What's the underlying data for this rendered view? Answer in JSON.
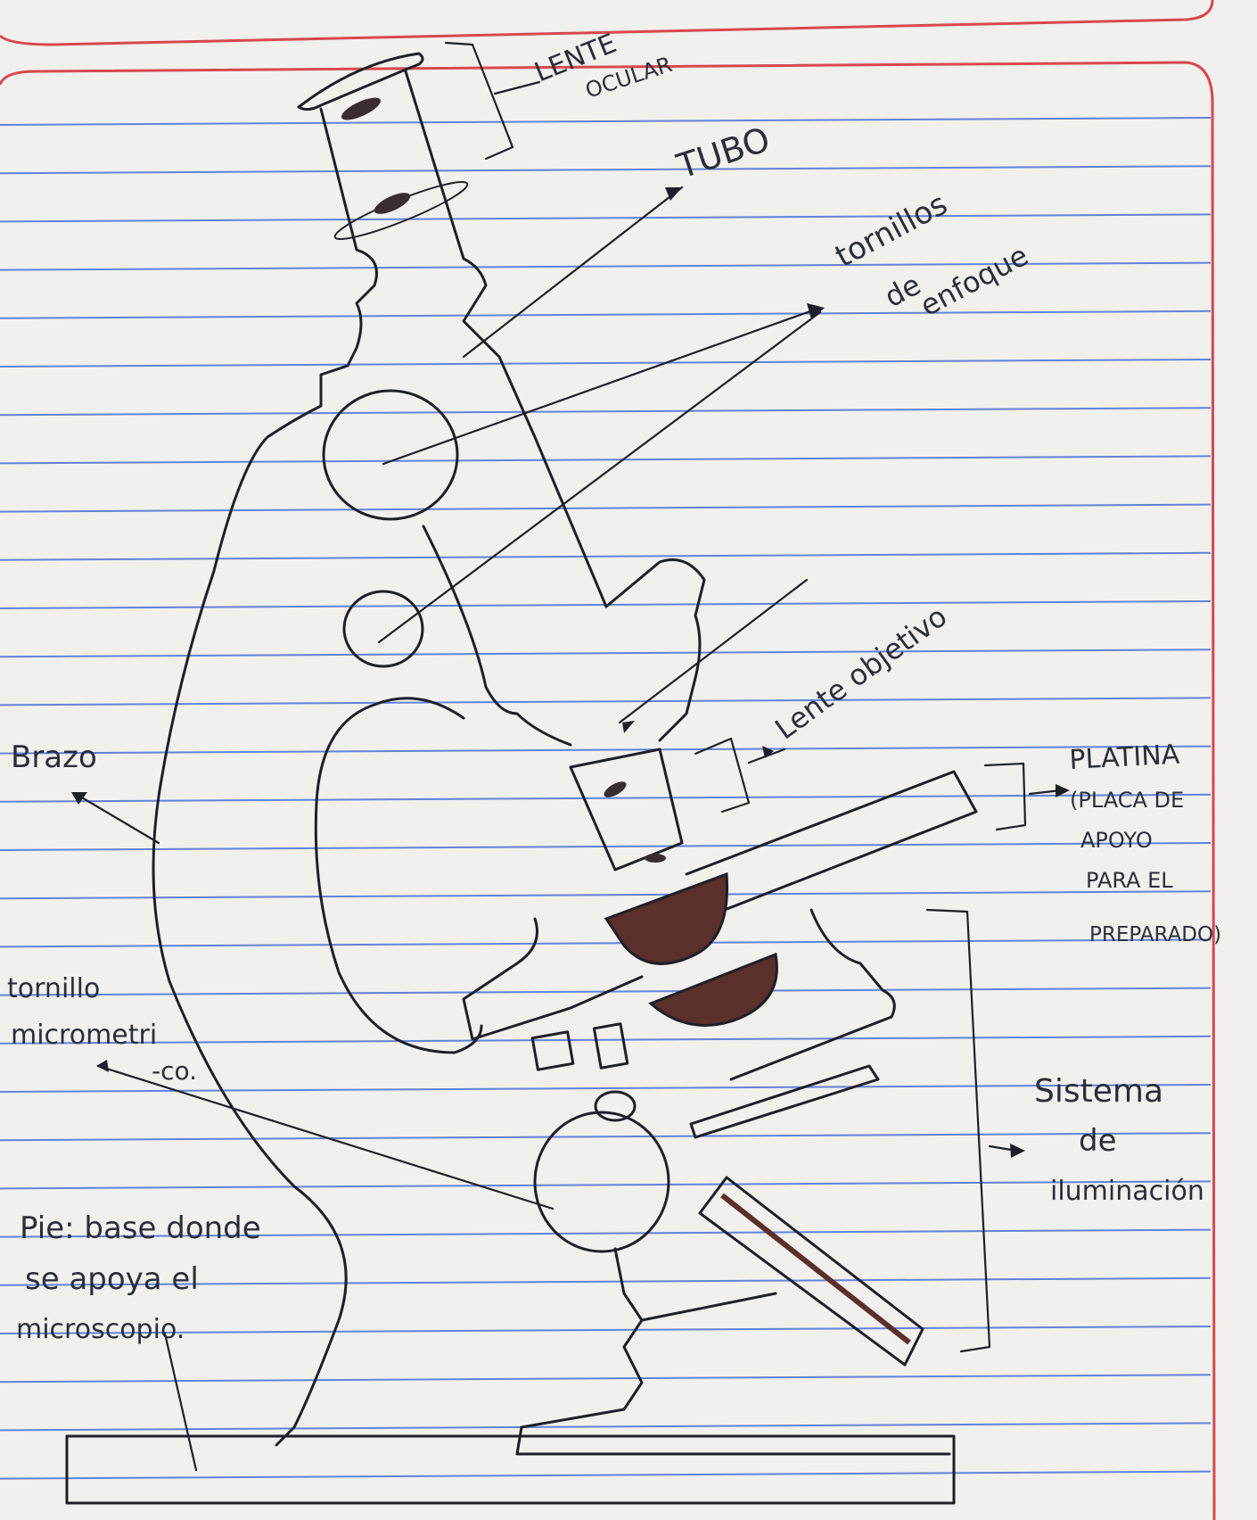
{
  "labels": {
    "lente_ocular": [
      "LENTE",
      "OCULAR"
    ],
    "tubo": "TUBO",
    "tornillos_enfoque": [
      "tornillos",
      "de",
      "enfoque"
    ],
    "lente_objetivo": "Lente objetivo",
    "brazo": "Brazo",
    "platina": [
      "PLATINA",
      "(PLACA DE",
      "APOYO",
      "PARA EL",
      "PREPARADO)"
    ],
    "tornillo_micrometrico": [
      "tornillo",
      "micrometri",
      "-co."
    ],
    "sistema_iluminacion": [
      "Sistema",
      "de",
      "iluminación"
    ],
    "pie": [
      "Pie: base donde",
      "se apoya el",
      "microscopio."
    ]
  },
  "colors": {
    "paper": "#f1f0ec",
    "rule_lines": "#4a6fd6",
    "margin_red": "#d8474f",
    "ink": "#1e1f28",
    "lens_fill": "#5a2f2c"
  }
}
